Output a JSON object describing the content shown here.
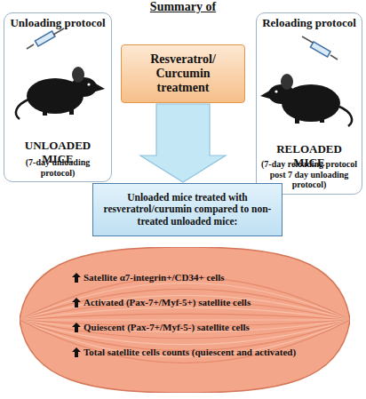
{
  "diagram": {
    "title": "Summary of",
    "nodes": [
      {
        "text": [
          "Unloading protocol",
          "UNLOADED MICE",
          "(7-day unloading protocol)"
        ]
      },
      {
        "text": [
          "Resveratrol/ Curcumin treatment"
        ]
      },
      {
        "text": [
          "Reloading protocol",
          "RELOADED MICE",
          "(7-day reloading protocol post 7 day unloading protocol)"
        ]
      },
      {
        "text": [
          "Unloaded mice treated with resveratrol/curumin compared to non-treated unloaded mice:"
        ]
      },
      {
        "text": [
          "Satellite α7-integrin+/CD34+ cells",
          "Activated (Pax-7+/Myf-5+) satellite cells",
          "Quiescent (Pax-7+/Myf-5-) satellite cells",
          "Total satellite cells counts (quiescent and activated)"
        ]
      }
    ],
    "edges": [
      {
        "from": 1,
        "to": 3,
        "arrow": "to"
      }
    ]
  }
}
